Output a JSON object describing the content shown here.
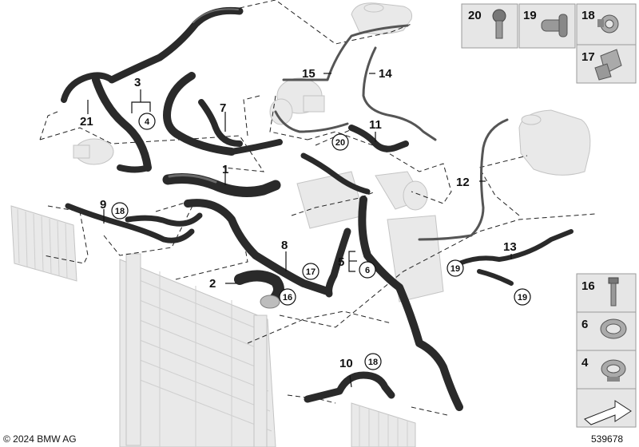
{
  "diagram": {
    "callouts": {
      "p1": "1",
      "p2": "2",
      "p3": "3",
      "p5": "5",
      "p7": "7",
      "p8": "8",
      "p9": "9",
      "p10": "10",
      "p11": "11",
      "p12": "12",
      "p13": "13",
      "p14": "14",
      "p15": "15",
      "p21": "21"
    },
    "circled": {
      "c4": "4",
      "c6": "6",
      "c16": "16",
      "c17": "17",
      "c18a": "18",
      "c18b": "18",
      "c19a": "19",
      "c19b": "19",
      "c20": "20"
    }
  },
  "parts_panel": {
    "items": [
      "20",
      "19",
      "18",
      "17",
      "16",
      "6",
      "4"
    ]
  },
  "footer": {
    "copyright": "© 2024 BMW AG",
    "document_id": "539678"
  },
  "colors": {
    "hose": "#2a2a2a",
    "panel_bg": "#e6e6e6",
    "ghost_parts": "#e9e9e9"
  }
}
